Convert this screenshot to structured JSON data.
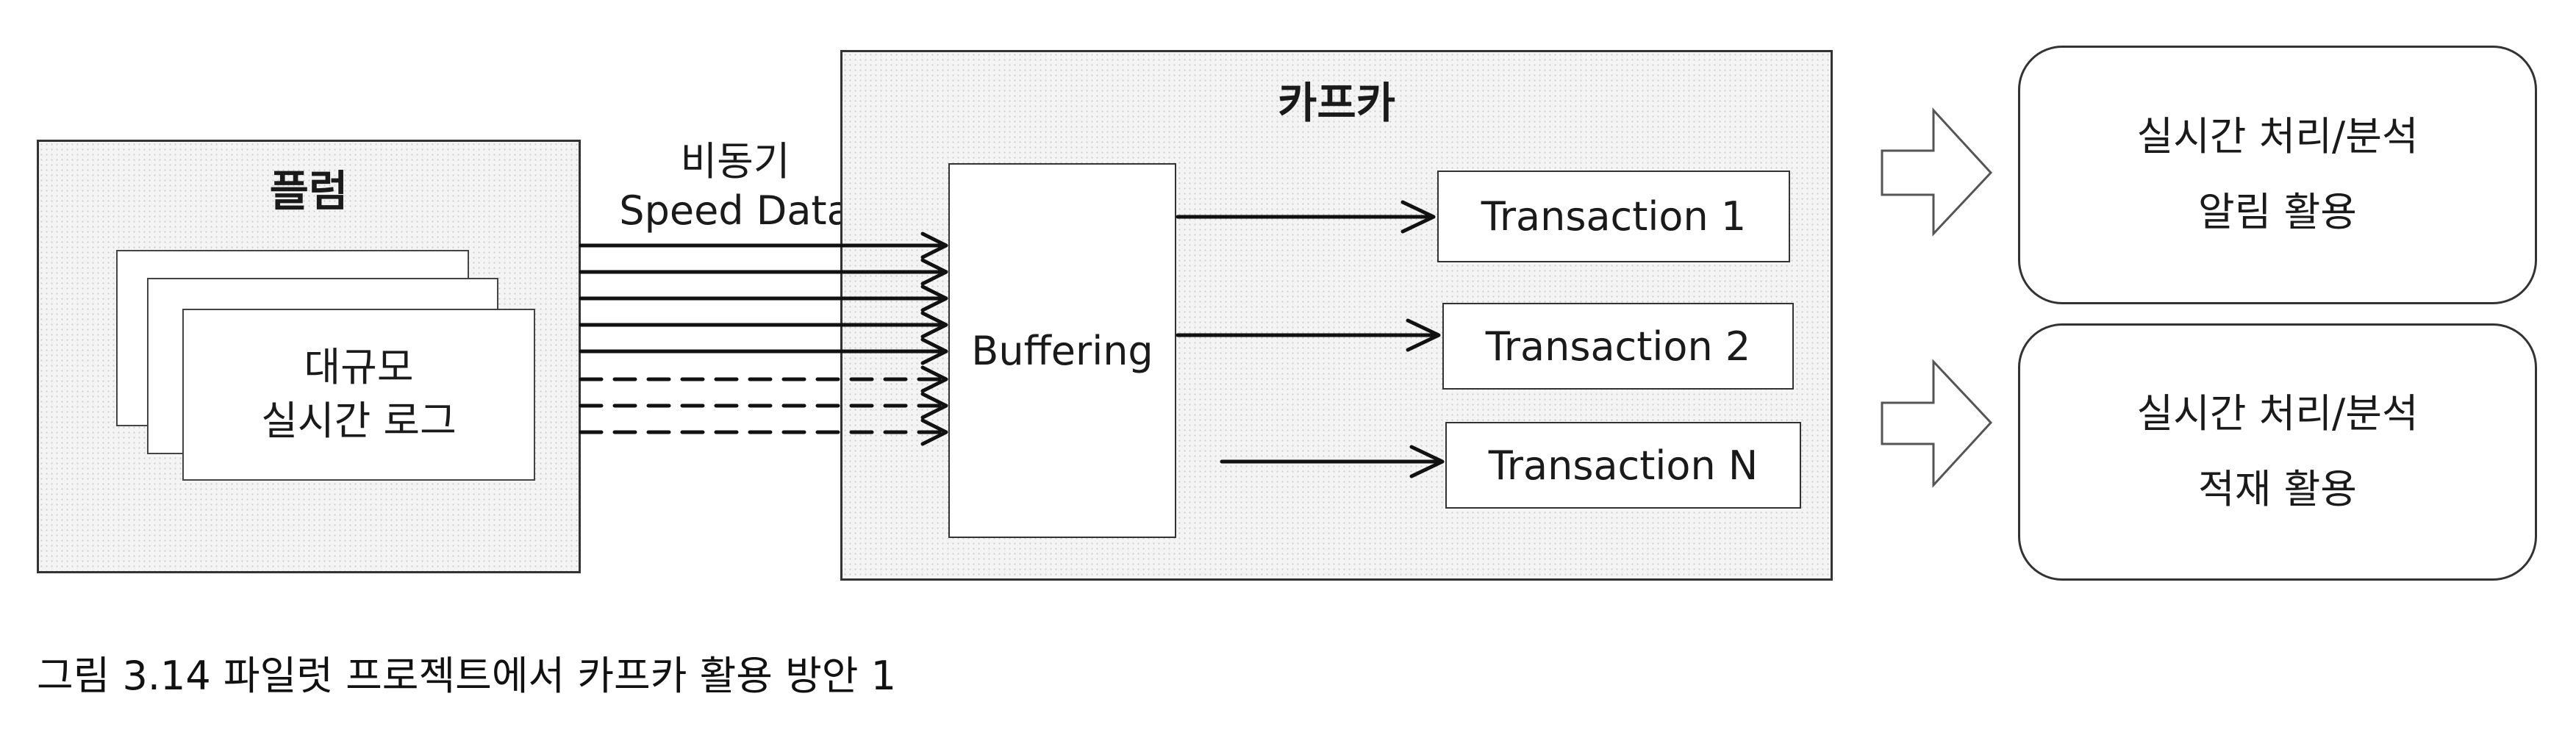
{
  "plum": {
    "title": "플럼",
    "log_line1": "대규모",
    "log_line2": "실시간  로그"
  },
  "connector": {
    "line1": "비동기",
    "line2": "Speed Data"
  },
  "kafka": {
    "title": "카프카",
    "buffer_label": "Buffering",
    "transactions": [
      "Transaction 1",
      "Transaction 2",
      "Transaction N"
    ]
  },
  "outputs": [
    {
      "line1": "실시간 처리/분석",
      "line2": "알림 활용"
    },
    {
      "line1": "실시간 처리/분석",
      "line2": "적재 활용"
    }
  ],
  "caption": "그림 3.14 파일럿 프로젝트에서 카프카 활용 방안 1"
}
